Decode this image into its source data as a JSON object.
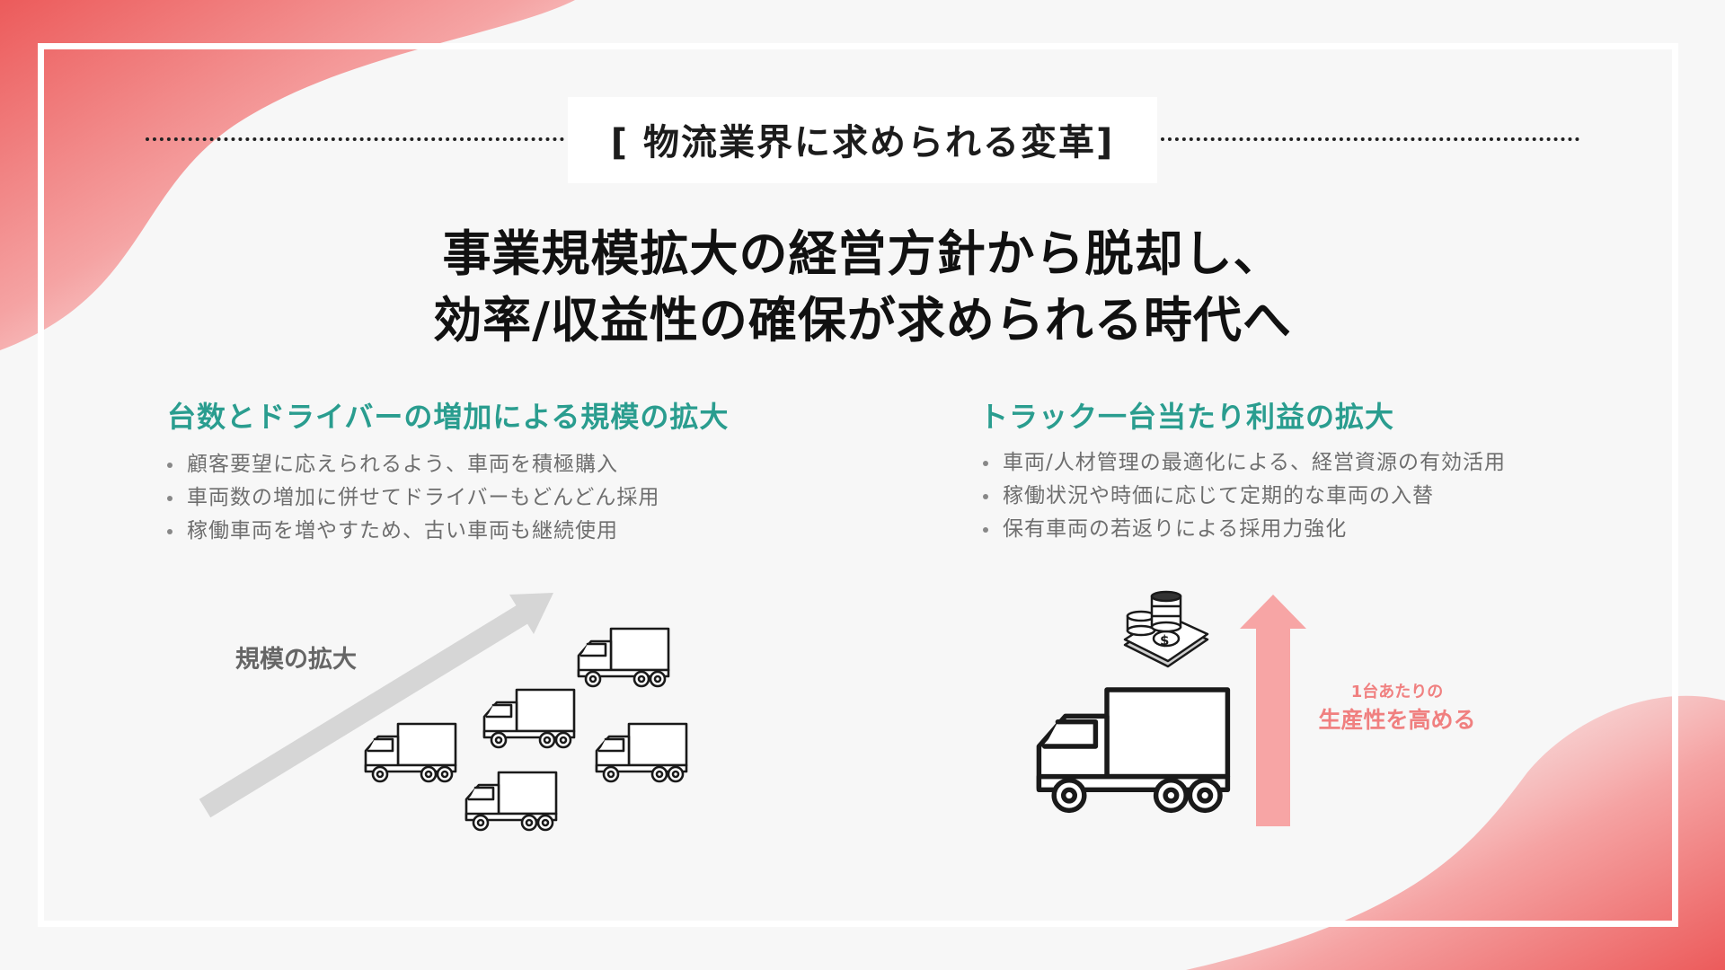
{
  "header": {
    "kicker": "[ 物流業界に求められる変革]",
    "headline_line1": "事業規模拡大の経営方針から脱却し、",
    "headline_line2": "効率/収益性の確保が求められる時代へ"
  },
  "left": {
    "title": "台数とドライバーの増加による規模の拡大",
    "bullets": [
      "顧客要望に応えられるよう、車両を積極購入",
      "車両数の増加に併せてドライバーもどんどん採用",
      "稼働車両を増やすため、古い車両も継続使用"
    ],
    "arrow_label": "規模の拡大"
  },
  "right": {
    "title": "トラック一台当たり利益の拡大",
    "bullets": [
      "車両/人材管理の最適化による、経営資源の有効活用",
      "稼働状況や時価に応じて定期的な車両の入替",
      "保有車両の若返りによる採用力強化"
    ],
    "arrow_label_small": "1台あたりの",
    "arrow_label_big": "生産性を高める"
  },
  "colors": {
    "accent_teal": "#2a9d8f",
    "accent_coral": "#f08080",
    "blob_red": "#ec5b5b"
  },
  "icons": [
    "truck-icon",
    "coin-stack-icon",
    "banknote-icon",
    "up-arrow-icon",
    "diagonal-arrow-icon"
  ]
}
